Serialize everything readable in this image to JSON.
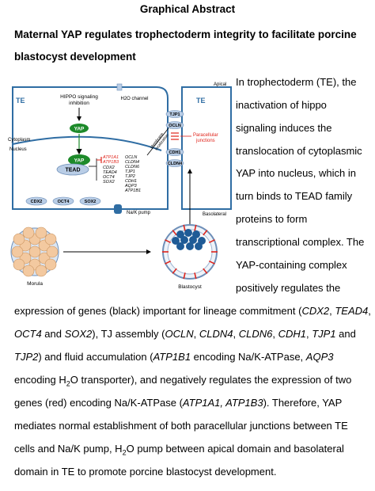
{
  "heading": "Graphical Abstract",
  "title_line1": "Maternal YAP regulates trophectoderm integrity to facilitate porcine",
  "title_line2": "blastocyst development",
  "figure": {
    "te_left": "TE",
    "te_right": "TE",
    "hippo_line1": "HIPPO signaling",
    "hippo_line2": "inhibition",
    "h2o_channel": "H2O channel",
    "apical": "Apical",
    "basolateral": "Basolateral",
    "cytoplasm": "Cytoplasm",
    "nucleus": "Nucleus",
    "yap_cyto": "YAP",
    "yap_nuc": "YAP",
    "tead": "TEAD",
    "membrane_line1": "Membrane",
    "membrane_line2": "localization",
    "paracellular_line1": "Paracellular",
    "paracellular_line2": "junctions",
    "tjp1": "TJP1",
    "ocln": "OCLN",
    "cdh1": "CDH1",
    "cldn4": "CLDN4",
    "genes_red": [
      "ATP1A1",
      "ATP1B3"
    ],
    "genes_col1": [
      "CDX2",
      "TEAD4",
      "OCT4",
      "SOX2"
    ],
    "genes_col2": [
      "OCLN",
      "CLDN4",
      "CLDN6",
      "TJP1",
      "TJP2",
      "CDH1",
      "AQP3",
      "ATP1B1"
    ],
    "cdx2": "CDX2",
    "oct4": "OCT4",
    "sox2": "SOX2",
    "nak_pump": "Na/K pump",
    "morula": "Morula",
    "blastocyst": "Blastocyst"
  },
  "side_text": [
    "In trophectoderm (TE), the",
    "inactivation of hippo",
    "signaling induces the",
    "translocation of cytoplasmic",
    "YAP into nucleus, which in",
    "turn binds to TEAD family",
    "proteins to form",
    "transcriptional complex. The",
    "YAP-containing complex",
    "positively regulates the"
  ],
  "body": {
    "l1_a": "expression of genes (black) important for lineage commitment (",
    "l1_g1": "CDX2",
    "l1_b": ", ",
    "l1_g2": "TEAD4",
    "l1_c": ",",
    "l2_g1": "OCT4",
    "l2_a": " and ",
    "l2_g2": "SOX2",
    "l2_b": "), TJ assembly (",
    "l2_g3": "OCLN",
    "l2_c": ", ",
    "l2_g4": "CLDN4",
    "l2_d": ", ",
    "l2_g5": "CLDN6",
    "l2_e": ", ",
    "l2_g6": "CDH1",
    "l2_f": ", ",
    "l2_g7": "TJP1",
    "l2_g": " and",
    "l3_g1": "TJP2",
    "l3_a": ") and fluid accumulation (",
    "l3_g2": "ATP1B1",
    "l3_b": " encoding Na/K-ATPase, ",
    "l3_g3": "AQP3",
    "l4_a": "encoding H",
    "l4_sub": "2",
    "l4_b": "O transporter), and negatively regulates the expression of two",
    "l5_a": "genes (red) encoding Na/K-ATPase (",
    "l5_g1": "ATP1A1, ATP1B3",
    "l5_b": "). Therefore, YAP",
    "l6": "mediates normal establishment of both paracellular junctions between TE",
    "l7_a": "cells and Na/K pump, H",
    "l7_sub": "2",
    "l7_b": "O pump between apical domain and basolateral",
    "l8": "domain in TE to promote porcine blastocyst development."
  },
  "colors": {
    "membrane": "#2f6da3",
    "pill": "#b9cde6",
    "pill_stroke": "#6e8fb8",
    "yap_green": "#1d8a2a",
    "red": "#e0241b",
    "morula_fill": "#f3c9a0",
    "blastocyst_cell": "#1f5b96"
  }
}
